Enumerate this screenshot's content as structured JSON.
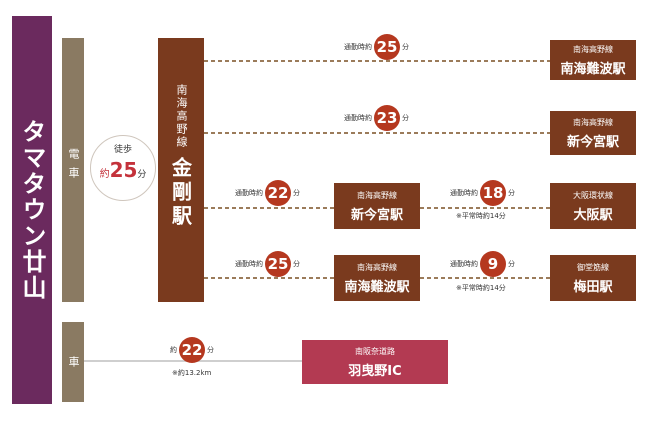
{
  "origin": {
    "name": "タマタウン廿山",
    "color": "#6b2a5e"
  },
  "modes": {
    "train": "電車",
    "car": "車"
  },
  "walk": {
    "label": "徒歩",
    "prefix": "約",
    "minutes": "25",
    "unit": "分"
  },
  "hub": {
    "line": "南海高野線",
    "station": "金剛駅"
  },
  "routes": [
    {
      "pre": "通勤時約",
      "minutes": "25",
      "unit": "分",
      "dest_line": "南海高野線",
      "dest": "南海難波駅"
    },
    {
      "pre": "通勤時約",
      "minutes": "23",
      "unit": "分",
      "dest_line": "南海高野線",
      "dest": "新今宮駅"
    },
    {
      "pre": "通勤時約",
      "minutes": "22",
      "unit": "分",
      "mid_line": "南海高野線",
      "mid": "新今宮駅",
      "pre2": "通勤時約",
      "minutes2": "18",
      "unit2": "分",
      "note2": "※平常時約14分",
      "dest_line": "大阪環状線",
      "dest": "大阪駅"
    },
    {
      "pre": "通勤時約",
      "minutes": "25",
      "unit": "分",
      "mid_line": "南海高野線",
      "mid": "南海難波駅",
      "pre2": "通勤時約",
      "minutes2": "9",
      "unit2": "分",
      "note2": "※平常時約14分",
      "dest_line": "御堂筋線",
      "dest": "梅田駅"
    }
  ],
  "car": {
    "pre": "約",
    "minutes": "22",
    "unit": "分",
    "note": "※約13.2km",
    "dest_line": "南阪奈道路",
    "dest": "羽曳野IC"
  },
  "colors": {
    "station": "#7a3a1e",
    "ic": "#b33a52",
    "time_circle": "#b5381f",
    "mode_bar": "#8a7a62"
  }
}
